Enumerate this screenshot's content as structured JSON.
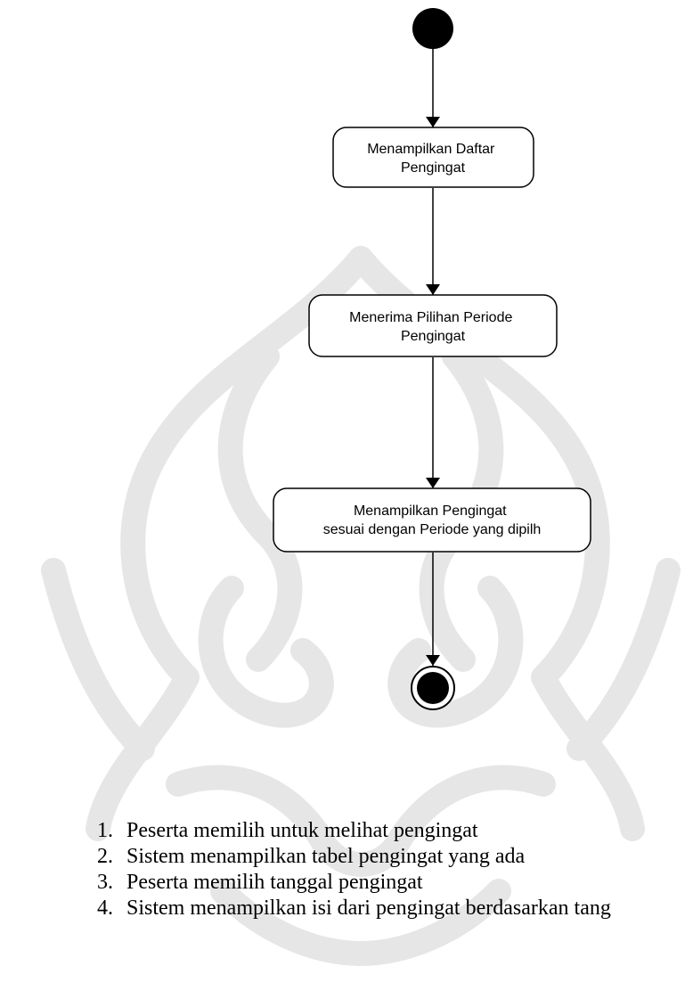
{
  "diagram": {
    "type": "UML activity diagram",
    "nodes": [
      {
        "id": "start",
        "kind": "initial"
      },
      {
        "id": "a1",
        "kind": "action",
        "lines": [
          "Menampilkan Daftar",
          "Pengingat"
        ]
      },
      {
        "id": "a2",
        "kind": "action",
        "lines": [
          "Menerima Pilihan Periode",
          "Pengingat"
        ]
      },
      {
        "id": "a3",
        "kind": "action",
        "lines": [
          "Menampilkan Pengingat",
          "sesuai dengan Periode yang dipilh"
        ]
      },
      {
        "id": "end",
        "kind": "final"
      }
    ],
    "edges": [
      {
        "from": "start",
        "to": "a1"
      },
      {
        "from": "a1",
        "to": "a2"
      },
      {
        "from": "a2",
        "to": "a3"
      },
      {
        "from": "a3",
        "to": "end"
      }
    ]
  },
  "steps": [
    {
      "num": "1.",
      "text": "Peserta memilih untuk melihat pengingat"
    },
    {
      "num": "2.",
      "text": "Sistem menampilkan tabel pengingat yang ada"
    },
    {
      "num": "3.",
      "text": "Peserta memilih tanggal pengingat"
    },
    {
      "num": "4.",
      "text": "Sistem menampilkan isi dari pengingat berdasarkan tang"
    }
  ],
  "colors": {
    "ink": "#000000",
    "watermark": "#e6e6e6",
    "background": "#ffffff"
  }
}
